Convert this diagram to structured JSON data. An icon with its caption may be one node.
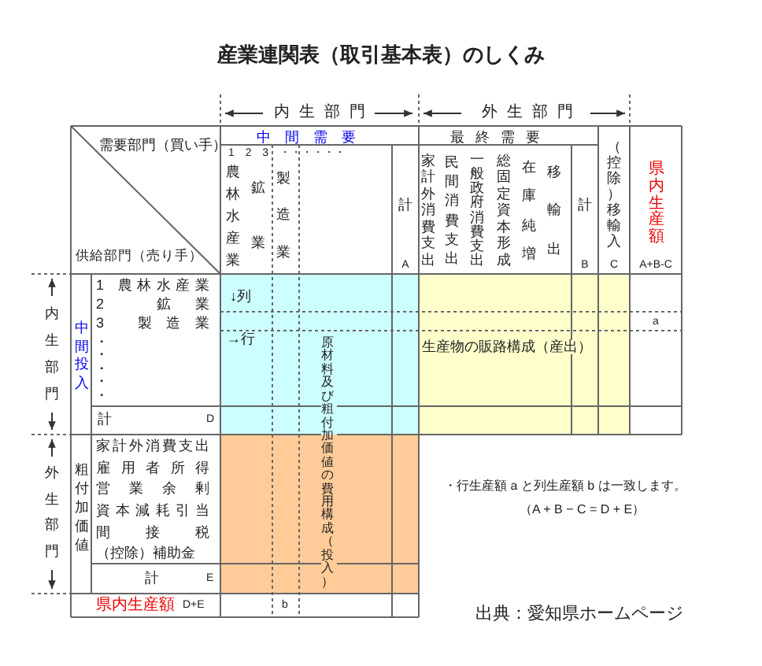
{
  "diagram": {
    "title": "産業連関表（取引基本表）のしくみ",
    "labels": [
      "内生部門",
      "外生部門",
      "中間需要",
      "最終需要",
      "需要部門（買い手）",
      "供給部門（売り手）",
      "1 2 3 ・・・・・・",
      "農林水産業",
      "鉱業",
      "製造業",
      "計",
      "家計外消費支出",
      "民間消費支出",
      "一般政府消費支出",
      "総固定資本形成",
      "在庫純増",
      "移輸出",
      "計",
      "（控除）移輸入",
      "県内生産額",
      "A",
      "B",
      "C",
      "A+B-C",
      "内生部門",
      "中間投入",
      "1 農林水産業",
      "2 鉱業",
      "3 製造業",
      "・・・・・",
      "↓列",
      "→行",
      "a",
      "生産物の販路構成（産出）",
      "原材料及び粗付加価値の費用構成（投入）",
      "計",
      "D",
      "外生部門",
      "粗付加価値",
      "家計外消費支出",
      "雇用者所得",
      "営業余剰",
      "資本減耗引当",
      "間接税",
      "（控除）補助金",
      "計",
      "E",
      "県内生産額",
      "D+E",
      "b",
      "・行生産額 a と列生産額 b は一致します。",
      "（A + B − C = D + E）",
      "出典：愛知県ホームページ"
    ]
  }
}
